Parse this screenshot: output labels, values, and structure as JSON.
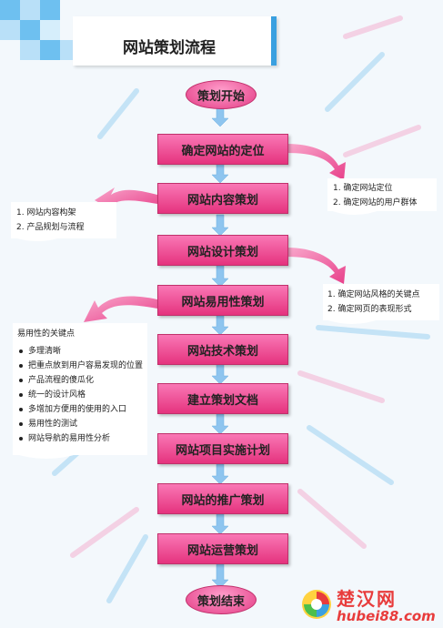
{
  "title": "网站策划流程",
  "start_label": "策划开始",
  "end_label": "策划结束",
  "steps": [
    "确定网站的定位",
    "网站内容策划",
    "网站设计策划",
    "网站易用性策划",
    "网站技术策划",
    "建立策划文档",
    "网站项目实施计划",
    "网站的推广策划",
    "网站运营策划"
  ],
  "notes": {
    "positioning": [
      "1. 确定网站定位",
      "2. 确定网站的用户群体"
    ],
    "content": [
      "1. 网站内容构架",
      "2. 产品规划与流程"
    ],
    "design": [
      "1. 确定网站风格的关键点",
      "2. 确定网页的表现形式"
    ],
    "usability": {
      "title": "易用性的关键点",
      "items": [
        "多理清晰",
        "把重点放到用户容易发现的位置",
        "产品流程的傻瓜化",
        "统一的设计风格",
        "多增加方便用的使用的入口",
        "易用性的测试",
        "网站导航的易用性分析"
      ]
    }
  },
  "watermark": {
    "brand": "楚汉网",
    "url": "hubei88.com"
  },
  "colors": {
    "box_fill_top": "#f977b5",
    "box_fill_bottom": "#e5337e",
    "arrow_blue": "#8ec5ef",
    "callout_pink": "#f2579b",
    "title_accent": "#3aa0e0",
    "tile_blue": "#6ec0f0"
  }
}
